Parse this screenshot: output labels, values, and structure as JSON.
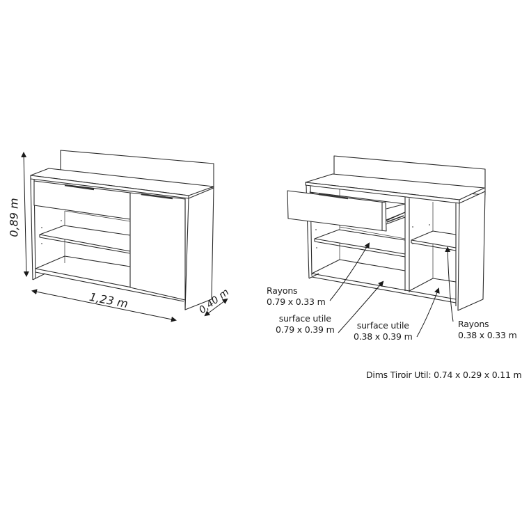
{
  "diagram": {
    "type": "furniture-dimension-drawing",
    "left_view": {
      "description": "Closed sideboard with drawer, open shelf and door",
      "dimensions": {
        "height": "0,89 m",
        "width": "1,23 m",
        "depth": "0,40 m"
      }
    },
    "right_view": {
      "description": "Sideboard with drawer open and door removed showing interior",
      "callouts": [
        {
          "title": "Rayons",
          "value": "0.79 x 0.33 m"
        },
        {
          "title": "surface utile",
          "value": "0.79 x 0.39 m"
        },
        {
          "title": "surface utile",
          "value": "0.38 x 0.39 m"
        },
        {
          "title": "Rayons",
          "value": "0.38 x 0.33 m"
        }
      ]
    },
    "footer_note": "Dims Tiroir Util: 0.74 x 0.29 x 0.11 m",
    "colors": {
      "line": "#2a2a2a",
      "background": "#ffffff"
    }
  }
}
